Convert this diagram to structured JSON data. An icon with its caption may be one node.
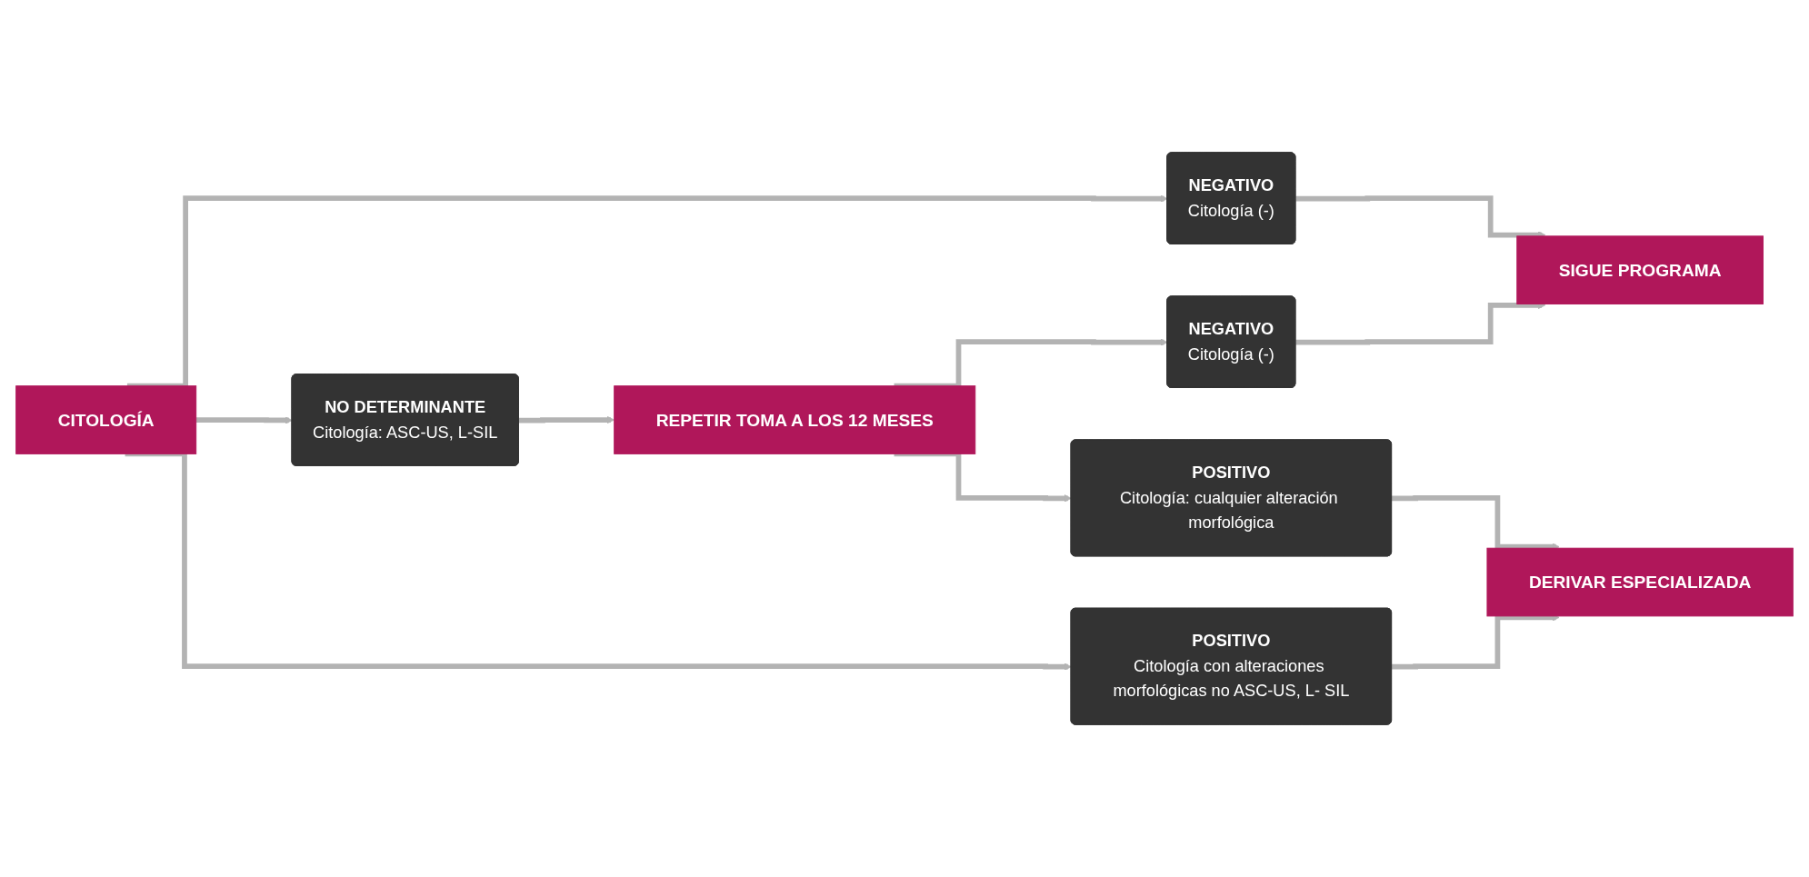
{
  "diagram": {
    "nodes": [
      {
        "text": [
          "CITOLOGÍA"
        ]
      },
      {
        "text": [
          "NEGATIVO",
          "Citología (-)"
        ]
      },
      {
        "text": [
          "NO DETERMINANTE",
          "Citología: ASC-US, L-SIL"
        ]
      },
      {
        "text": [
          "POSITIVO",
          "Citología con alteraciones morfológicas no ASC-US, L- SIL"
        ]
      },
      {
        "text": [
          "REPETIR TOMA A LOS 12 MESES"
        ]
      },
      {
        "text": [
          "NEGATIVO",
          "Citología (-)"
        ]
      },
      {
        "text": [
          "POSITIVO",
          "Citología: cualquier alteración morfológica"
        ]
      },
      {
        "text": [
          "SIGUE PROGRAMA"
        ]
      },
      {
        "text": [
          "DERIVAR ESPECIALIZADA"
        ]
      }
    ],
    "edges": [
      {
        "from": 0,
        "to": 1,
        "arrow": "to"
      },
      {
        "from": 0,
        "to": 2,
        "arrow": "to"
      },
      {
        "from": 0,
        "to": 3,
        "arrow": "to"
      },
      {
        "from": 1,
        "to": 7,
        "arrow": "to"
      },
      {
        "from": 2,
        "to": 4,
        "arrow": "to"
      },
      {
        "from": 4,
        "to": 5,
        "arrow": "to"
      },
      {
        "from": 4,
        "to": 6,
        "arrow": "to"
      },
      {
        "from": 5,
        "to": 7,
        "arrow": "to"
      },
      {
        "from": 6,
        "to": 8,
        "arrow": "to"
      },
      {
        "from": 3,
        "to": 8,
        "arrow": "to"
      }
    ]
  }
}
